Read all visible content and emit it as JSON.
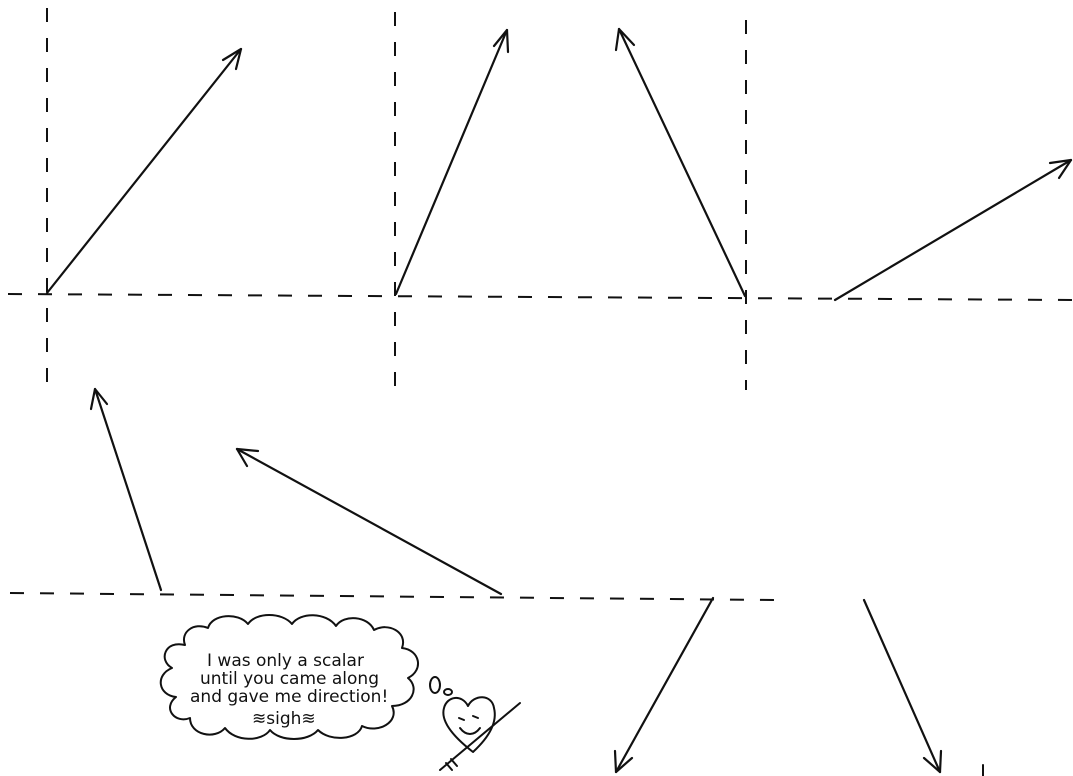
{
  "cartoon": {
    "bubble_lines": [
      "I was only a scalar",
      "until you came along",
      "and gave me direction!",
      "≋sigh≋"
    ]
  }
}
